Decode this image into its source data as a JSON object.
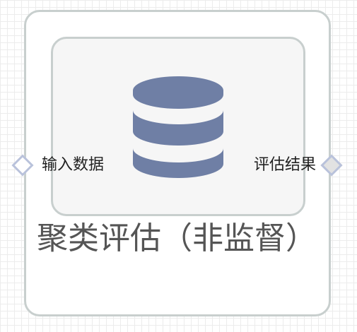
{
  "node": {
    "title": "聚类评估（非监督）",
    "icon": "database-icon",
    "icon_color": "#6f7fa5",
    "input_port": {
      "label": "输入数据"
    },
    "output_port": {
      "label": "评估结果"
    }
  }
}
